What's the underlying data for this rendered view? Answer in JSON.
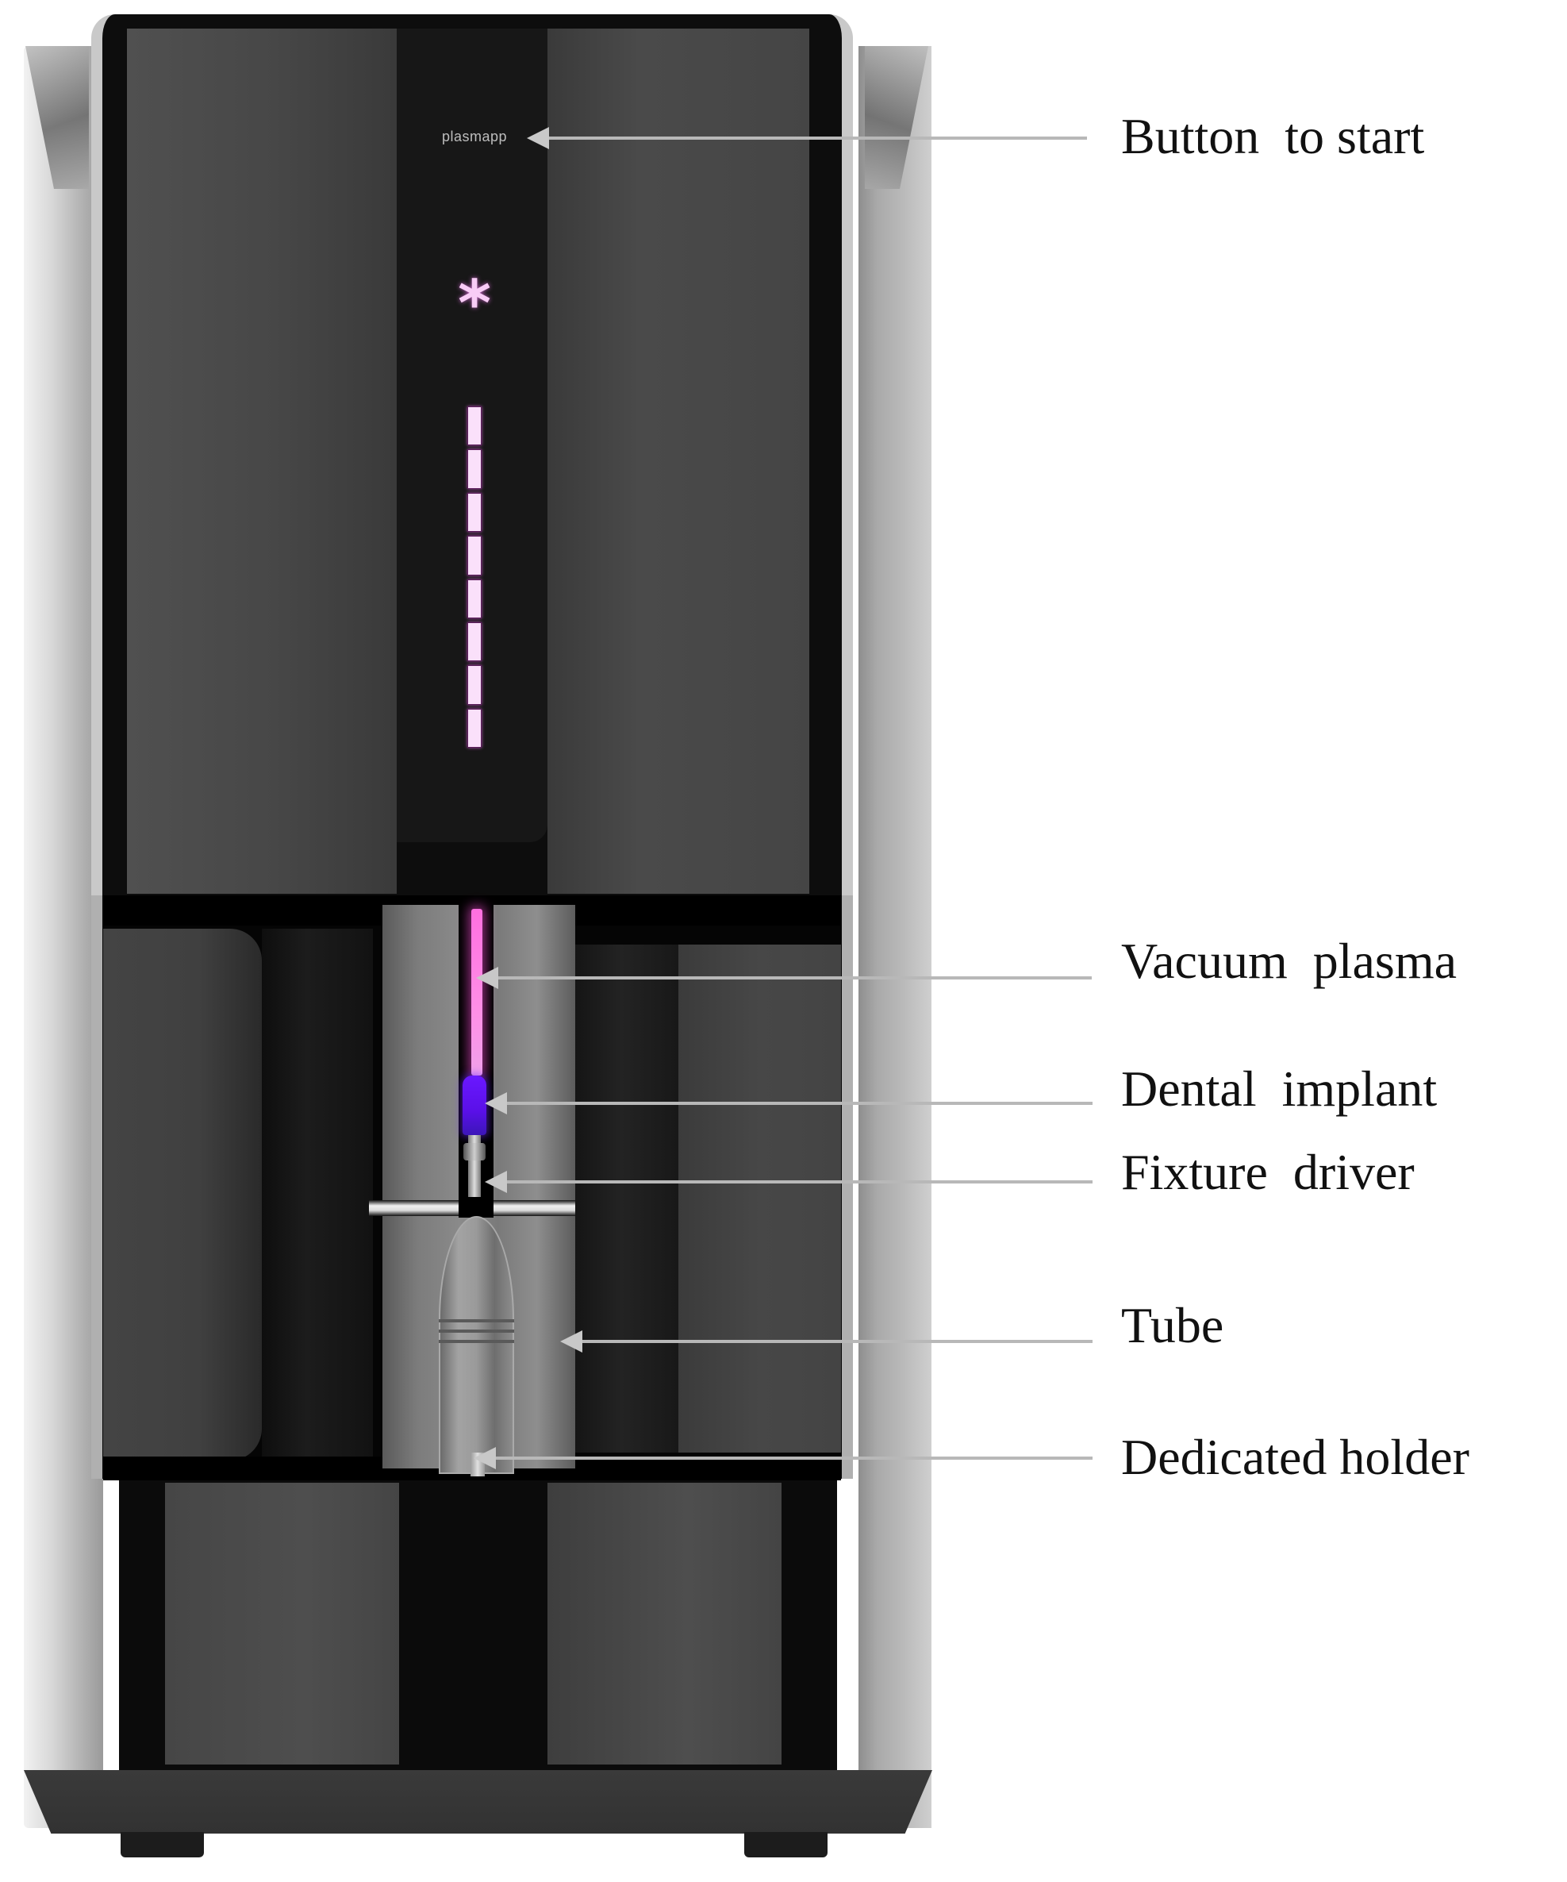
{
  "figure": {
    "subject": "Vacuum plasma device for dental implant surface treatment",
    "device": {
      "logo_text": "plasmapp",
      "status_symbol": "*",
      "progress_segments_total": 8,
      "progress_segments_lit": 8,
      "colors": {
        "body": "#0d0d0d",
        "side_shell": "#c9c9c9",
        "plasma_glow": "#ff6fe0",
        "implant_glow": "#5a10e8",
        "indicator": "#fae0fa"
      }
    },
    "callouts": [
      {
        "label": "Button  to start",
        "target": "logo-button"
      },
      {
        "label": "Vacuum  plasma",
        "target": "plasma-column"
      },
      {
        "label": "Dental  implant",
        "target": "dental-implant"
      },
      {
        "label": "Fixture  driver",
        "target": "fixture-driver"
      },
      {
        "label": "Tube",
        "target": "tube"
      },
      {
        "label": "Dedicated holder",
        "target": "dedicated-holder"
      }
    ],
    "arrow_color": "#b8b8b8",
    "label_color": "#111111"
  }
}
